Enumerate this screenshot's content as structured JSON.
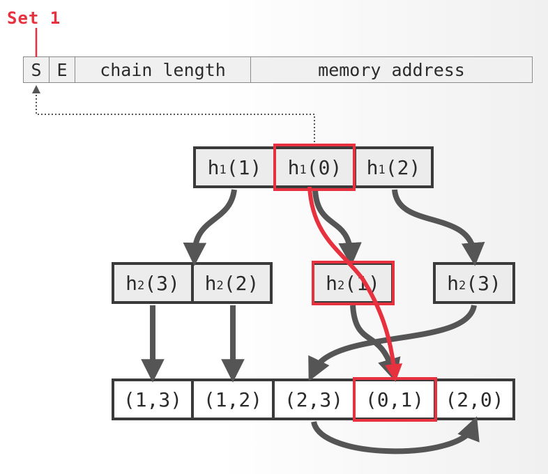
{
  "set_label": "Set 1",
  "header": {
    "s": "S",
    "e": "E",
    "chain_length": "chain length",
    "memory_address": "memory address"
  },
  "level1": [
    {
      "fn": "h",
      "sub": "1",
      "arg": "(1)"
    },
    {
      "fn": "h",
      "sub": "1",
      "arg": "(0)"
    },
    {
      "fn": "h",
      "sub": "1",
      "arg": "(2)"
    }
  ],
  "level2_left": [
    {
      "fn": "h",
      "sub": "2",
      "arg": "(3)"
    },
    {
      "fn": "h",
      "sub": "2",
      "arg": "(2)"
    }
  ],
  "level2_mid": {
    "fn": "h",
    "sub": "2",
    "arg": "(1)"
  },
  "level2_right": {
    "fn": "h",
    "sub": "2",
    "arg": "(3)"
  },
  "tuples": [
    "(1,3)",
    "(1,2)",
    "(2,3)",
    "(0,1)",
    "(2,0)"
  ],
  "colors": {
    "highlight": "#e8313f",
    "arrow": "#555555",
    "border": "#3a3a3a"
  }
}
